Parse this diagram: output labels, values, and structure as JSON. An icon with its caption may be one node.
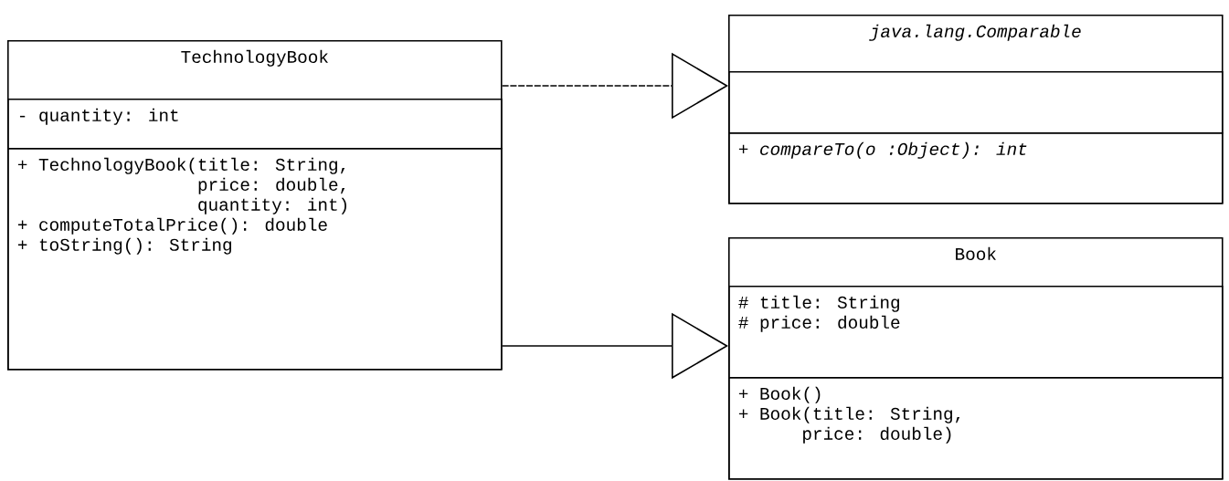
{
  "diagram": {
    "nodes": [
      {
        "text": [
          "TechnologyBook"
        ]
      },
      {
        "text": [
          "- quantity: int"
        ],
        "in": 0
      },
      {
        "text": [
          "+ TechnologyBook(title: String, price: double, quantity: int)",
          "+ computeTotalPrice(): double",
          "+ toString(): String"
        ],
        "in": 0
      },
      {
        "text": [
          "java.lang.Comparable"
        ]
      },
      {
        "text": [],
        "shape": "box",
        "in": 3
      },
      {
        "text": [
          "+ compareTo(o :Object): int"
        ],
        "in": 3
      },
      {
        "text": [
          "Book"
        ]
      },
      {
        "text": [
          "# title: String",
          "# price: double"
        ],
        "in": 6
      },
      {
        "text": [
          "+ Book()",
          "+ Book(title: String, price: double)"
        ],
        "in": 6
      }
    ],
    "edges": [
      {
        "from": 0,
        "to": 3,
        "arrow": "to",
        "style": "dashed"
      },
      {
        "from": 0,
        "to": 6,
        "arrow": "to"
      }
    ]
  }
}
